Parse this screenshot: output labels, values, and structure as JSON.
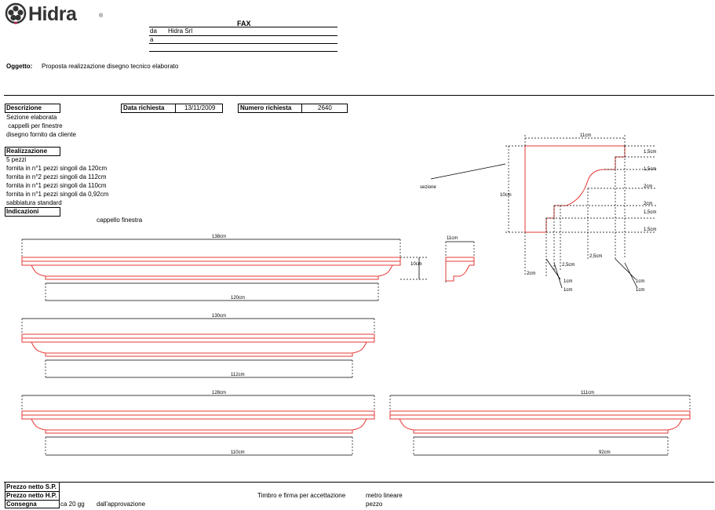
{
  "brand": {
    "name": "Hidra",
    "registered": "®"
  },
  "fax": {
    "title": "FAX",
    "from_label": "da",
    "from_value": "Hidra Srl",
    "to_label": "a"
  },
  "subject": {
    "label": "Oggetto:",
    "value": "Proposta realizzazione disegno tecnico elaborato"
  },
  "descrizione": {
    "label": "Descrizione",
    "lines": [
      "Sezione elaborata",
      " cappelli per finestre",
      "disegno fornito da cliente"
    ]
  },
  "data_richiesta": {
    "label": "Data richiesta",
    "value": "13/11/2009"
  },
  "numero_richiesta": {
    "label": "Numero richiesta",
    "value": "2640"
  },
  "realizzazione": {
    "label": "Realizzazione",
    "lines": [
      "5 pezzi",
      "fornita in n°1 pezzi singoli da 120cm",
      "fornita in n°2 pezzi singoli da 112cm",
      "fornita in n°1 pezzi singoli da 110cm",
      "fornita in n°1 pezzi singoli da 0,92cm",
      "sabbiatura standard"
    ]
  },
  "indicazioni": {
    "label": "Indicazioni",
    "value": "cappello finestra"
  },
  "section_drawing": {
    "label": "sezione",
    "dims": {
      "width": "11cm",
      "height": "10cm",
      "r1": "1,5cm",
      "r2": "1,5cm",
      "r3": "2cm",
      "r4": "2cm",
      "r5": "1,5cm",
      "r6": "1,5cm",
      "b1": "2cm",
      "b2": "2,5cm",
      "b3": "2,5cm",
      "b4": "1cm",
      "b5": "1cm",
      "b6": "1cm",
      "b7": "1cm"
    }
  },
  "pieces": [
    {
      "top": "138cm",
      "bottom": "120cm",
      "side_width": "11cm",
      "side_height": "10cm"
    },
    {
      "top": "130cm",
      "bottom": "112cm"
    },
    {
      "top": "128cm",
      "bottom": "110cm"
    },
    {
      "top": "111cm",
      "bottom": "92cm"
    }
  ],
  "footer": {
    "prezzo_sp": "Prezzo netto S.P.",
    "prezzo_hp": "Prezzo netto H.P.",
    "consegna": "Consegna",
    "consegna_value": "ca 20 gg",
    "consegna_note": "dall'approvazione",
    "timbro": "Timbro e firma per accettazione",
    "unit1": "metro lineare",
    "unit2": "pezzo"
  }
}
